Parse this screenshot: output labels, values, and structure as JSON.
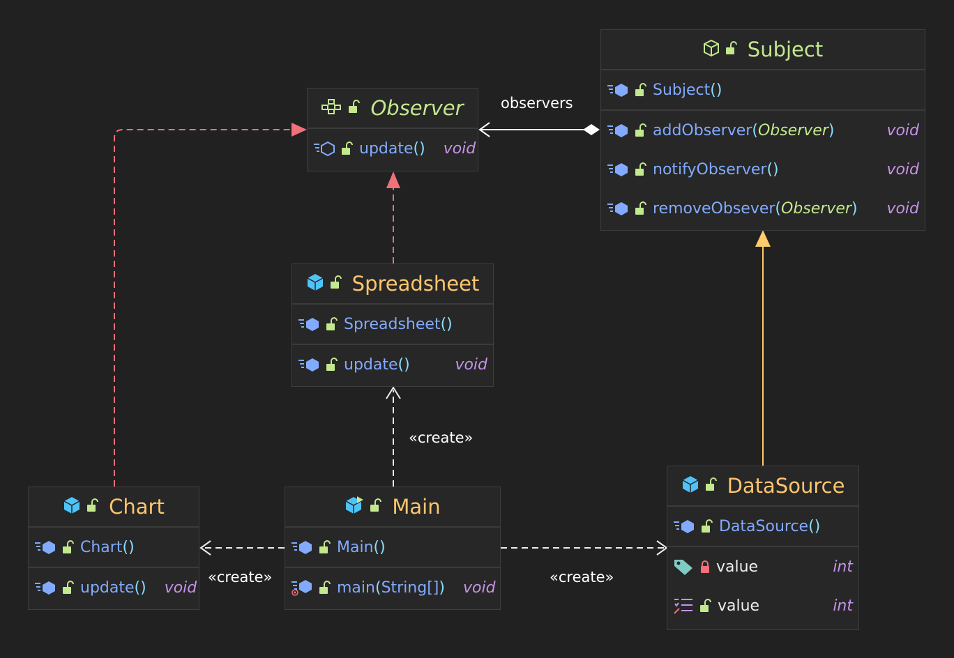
{
  "classes": {
    "observer": {
      "name": "Observer",
      "methods": [
        {
          "name": "update",
          "params": "",
          "returns": "void"
        }
      ]
    },
    "subject": {
      "name": "Subject",
      "constructor": "Subject",
      "methods": [
        {
          "name": "addObserver",
          "params": "Observer",
          "returns": "void"
        },
        {
          "name": "notifyObserver",
          "params": "",
          "returns": "void"
        },
        {
          "name": "removeObsever",
          "params": "Observer",
          "returns": "void"
        }
      ]
    },
    "spreadsheet": {
      "name": "Spreadsheet",
      "constructor": "Spreadsheet",
      "methods": [
        {
          "name": "update",
          "params": "",
          "returns": "void"
        }
      ]
    },
    "chart": {
      "name": "Chart",
      "constructor": "Chart",
      "methods": [
        {
          "name": "update",
          "params": "",
          "returns": "void"
        }
      ]
    },
    "main": {
      "name": "Main",
      "constructor": "Main",
      "methods": [
        {
          "name": "main",
          "params": "String[]",
          "returns": "void"
        }
      ]
    },
    "datasource": {
      "name": "DataSource",
      "constructor": "DataSource",
      "fields": [
        {
          "name": "value",
          "type": "int"
        },
        {
          "name": "value",
          "type": "int"
        }
      ]
    }
  },
  "relations": {
    "observers_label": "observers",
    "create_label": "«create»"
  },
  "colors": {
    "background": "#212121",
    "class_name": "#ffc66d",
    "interface_name": "#c3e88d",
    "method": "#82aaff",
    "return_type": "#c792ea",
    "realization_edge": "#f07178",
    "inheritance_edge": "#ffcb6b",
    "dependency_edge": "#eeeeee"
  }
}
